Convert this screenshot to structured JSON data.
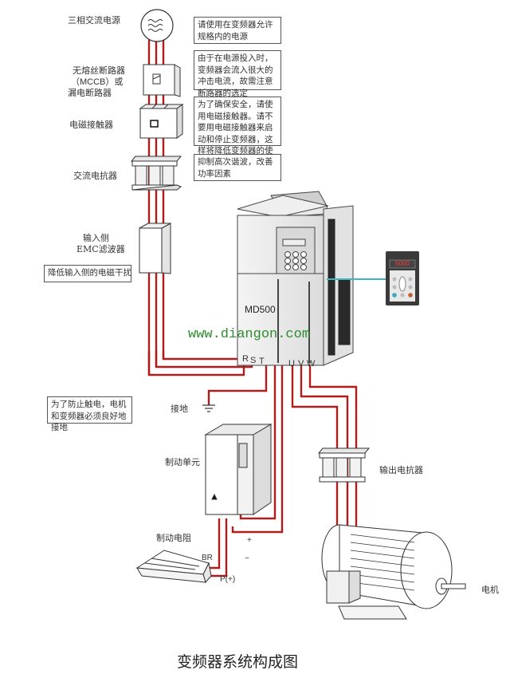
{
  "title": "变频器系统构成图",
  "watermark": "www.diangon.com",
  "wire_color": "#b01c1c",
  "link_color": "#3bb6c4",
  "components": {
    "power_source": "三相交流电源",
    "breaker_line1": "无熔丝断路器",
    "breaker_line2": "（MCCB）或",
    "breaker_line3": "漏电断路器",
    "contactor": "电磁接触器",
    "ac_reactor": "交流电抗器",
    "emc_line1": "输入侧",
    "emc_line2": "EMC滤波器",
    "ground": "接地",
    "brake_unit": "制动单元",
    "brake_resistor": "制动电阻",
    "output_reactor": "输出电抗器",
    "motor": "电机",
    "inverter_model": "MD500",
    "keypad_display": "5000"
  },
  "terminals": {
    "input": [
      "R",
      "S",
      "T"
    ],
    "output": [
      "U",
      "V",
      "W"
    ],
    "br": "BR",
    "p_plus": "P(+)",
    "plus": "+",
    "minus": "−"
  },
  "notes": {
    "power": "请使用在变频器允许规格内的电源",
    "breaker": "由于在电源投入时，变频器会流入很大的冲击电流，故需注意断路器的选定",
    "contactor": "为了确保安全，请使用电磁接触器。请不要用电磁接触器来启动和停止变频器，这样将降低变频器的使用寿命",
    "reactor": "抑制高次谐波，改善功率因素",
    "emc": "降低输入侧的电磁干扰",
    "ground": "为了防止触电，电机和变频器必须良好地接地"
  }
}
